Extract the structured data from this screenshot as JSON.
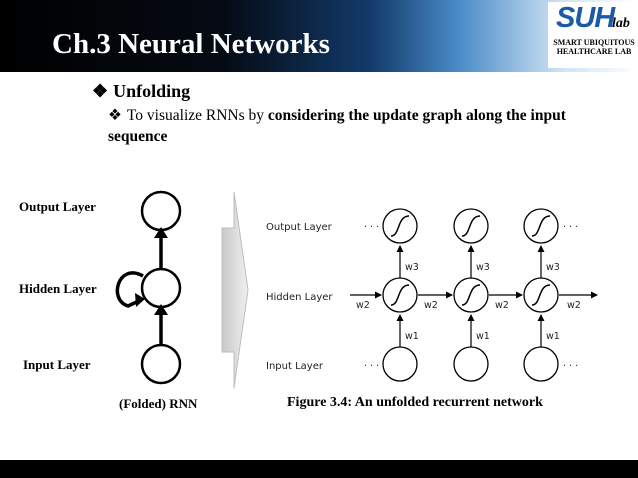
{
  "header": {
    "title": "Ch.3 Neural Networks"
  },
  "logo": {
    "mark": "SUH",
    "lab": "lab",
    "line1": "SMART UBIQUITOUS",
    "line2": "HEALTHCARE LAB"
  },
  "content": {
    "bullet1": "Unfolding",
    "bullet2_plain": "To visualize RNNs by ",
    "bullet2_bold": "considering the update graph along the input sequence"
  },
  "folded": {
    "output_label": "Output Layer",
    "hidden_label": "Hidden Layer",
    "input_label": "Input Layer",
    "caption": "(Folded) RNN"
  },
  "unfolded": {
    "output_label": "Output Layer",
    "hidden_label": "Hidden Layer",
    "input_label": "Input Layer",
    "w1": "w1",
    "w2": "w2",
    "w3": "w3",
    "dots": "· · ·",
    "caption": "Figure 3.4: An unfolded recurrent network"
  },
  "colors": {
    "header_dark": "#000000",
    "header_blue": "#4a8cc8",
    "logo_blue": "#1a5aa6"
  }
}
